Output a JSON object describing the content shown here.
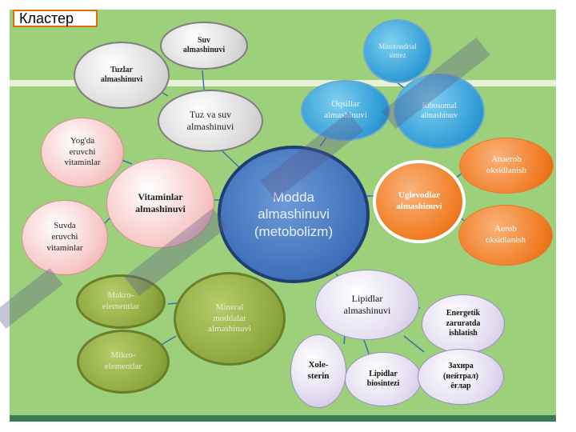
{
  "title": "Кластер",
  "nodes": {
    "center": "Modda\nalmashinuvi\n(metobolizm)",
    "suv": "Suv\nalmashinuvi",
    "tuzlar": "Tuzlar\nalmashinuvi",
    "tuz_va_suv": "Tuz va suv\nalmashinuvi",
    "yogda": "Yog'da\neruvchi\nvitaminlar",
    "vitaminlar": "Vitaminlar\nalmashinuvi",
    "suvda": "Suvda\neruvchi\nvitaminlar",
    "mitoxondrial": "Mitoxondrial\nsintez",
    "oqsillar": "Oqsillar\nalmashinuvi",
    "ribosomal": "Ribosomal\nalmashinuv",
    "anaerob": "Anaerob\noksidlanish",
    "uglevodlar": "Uglevodlar\nalmashinuvi",
    "aerob": "Aerob\noksidlanish",
    "makro": "Makro-\nelementlar",
    "mineral": "Mineral\nmoddalar\nalmashinuvi",
    "mikro": "Mikro-\nelementlar",
    "lipidlar": "Lipidlar\nalmashinuvi",
    "energetik": "Energetik\nzaruratda\nishlatish",
    "xolesterin": "Xole-\nsterin",
    "lipidlar_biosintezi": "Lipidlar\nbiosintezi",
    "zaxira": "Захира\n(нейтрал)\nёғлар"
  }
}
